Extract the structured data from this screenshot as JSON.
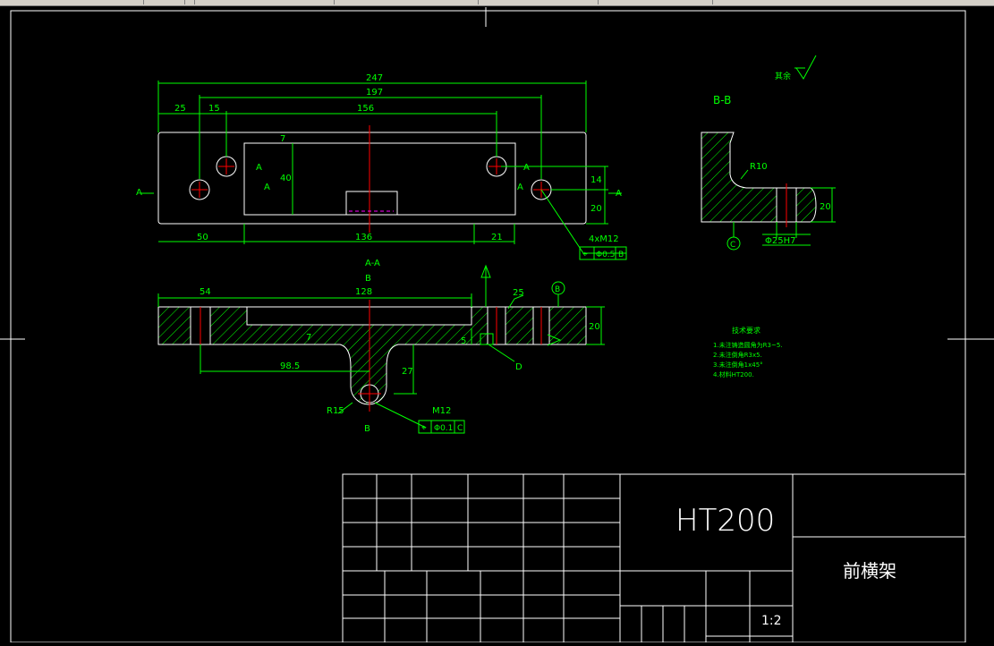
{
  "ui": {
    "colors": {
      "background": "#000000",
      "frame": "#ffffff",
      "geometry": "#ffffff",
      "dimension": "#00ff00",
      "centerline": "#ff0000",
      "hidden": "#ff00ff",
      "text_white": "#ffffff"
    }
  },
  "drawing": {
    "top_view": {
      "dims": {
        "d247": "247",
        "d197": "197",
        "d25": "25",
        "d15": "15",
        "d156": "156",
        "d7": "7",
        "d40": "40",
        "d14": "14",
        "d20": "20",
        "d50": "50",
        "d136": "136",
        "d21": "21"
      },
      "labels": {
        "A_left": "A",
        "A_right": "A",
        "A_s1": "A",
        "A_s2": "A",
        "A_s3": "A",
        "A_s4": "A"
      },
      "hole_callout": "4xM12",
      "fcf": {
        "symbol": "⌖",
        "tol": "Φ0.5",
        "datum": "B"
      }
    },
    "section_aa": {
      "title": "A-A",
      "dims": {
        "d54": "54",
        "d128": "128",
        "d98_5": "98.5",
        "d27": "27",
        "d5": "5",
        "d7": "7",
        "d20": "20",
        "d25": "25"
      },
      "labels": {
        "B_top": "B",
        "B_bottom": "B",
        "R15": "R15",
        "D": "D",
        "datum_B": "B"
      },
      "callout": "M12",
      "fcf": {
        "symbol": "⌖",
        "tol": "Φ0.1",
        "datum": "C"
      }
    },
    "section_bb": {
      "title": "B-B",
      "dims": {
        "R10": "R10",
        "d20": "20",
        "d25": "Φ25H7"
      },
      "datum": "C"
    },
    "roughness_note": "其余",
    "tech_req": {
      "title": "技术要求",
      "items": [
        "1.未注铸造圆角为R3~5.",
        "2.未注倒角R3x5.",
        "3.未注倒角1x45°",
        "4.材料HT200."
      ]
    },
    "title_block": {
      "material": "HT200",
      "part_name": "前横架",
      "scale": "1:2"
    }
  }
}
